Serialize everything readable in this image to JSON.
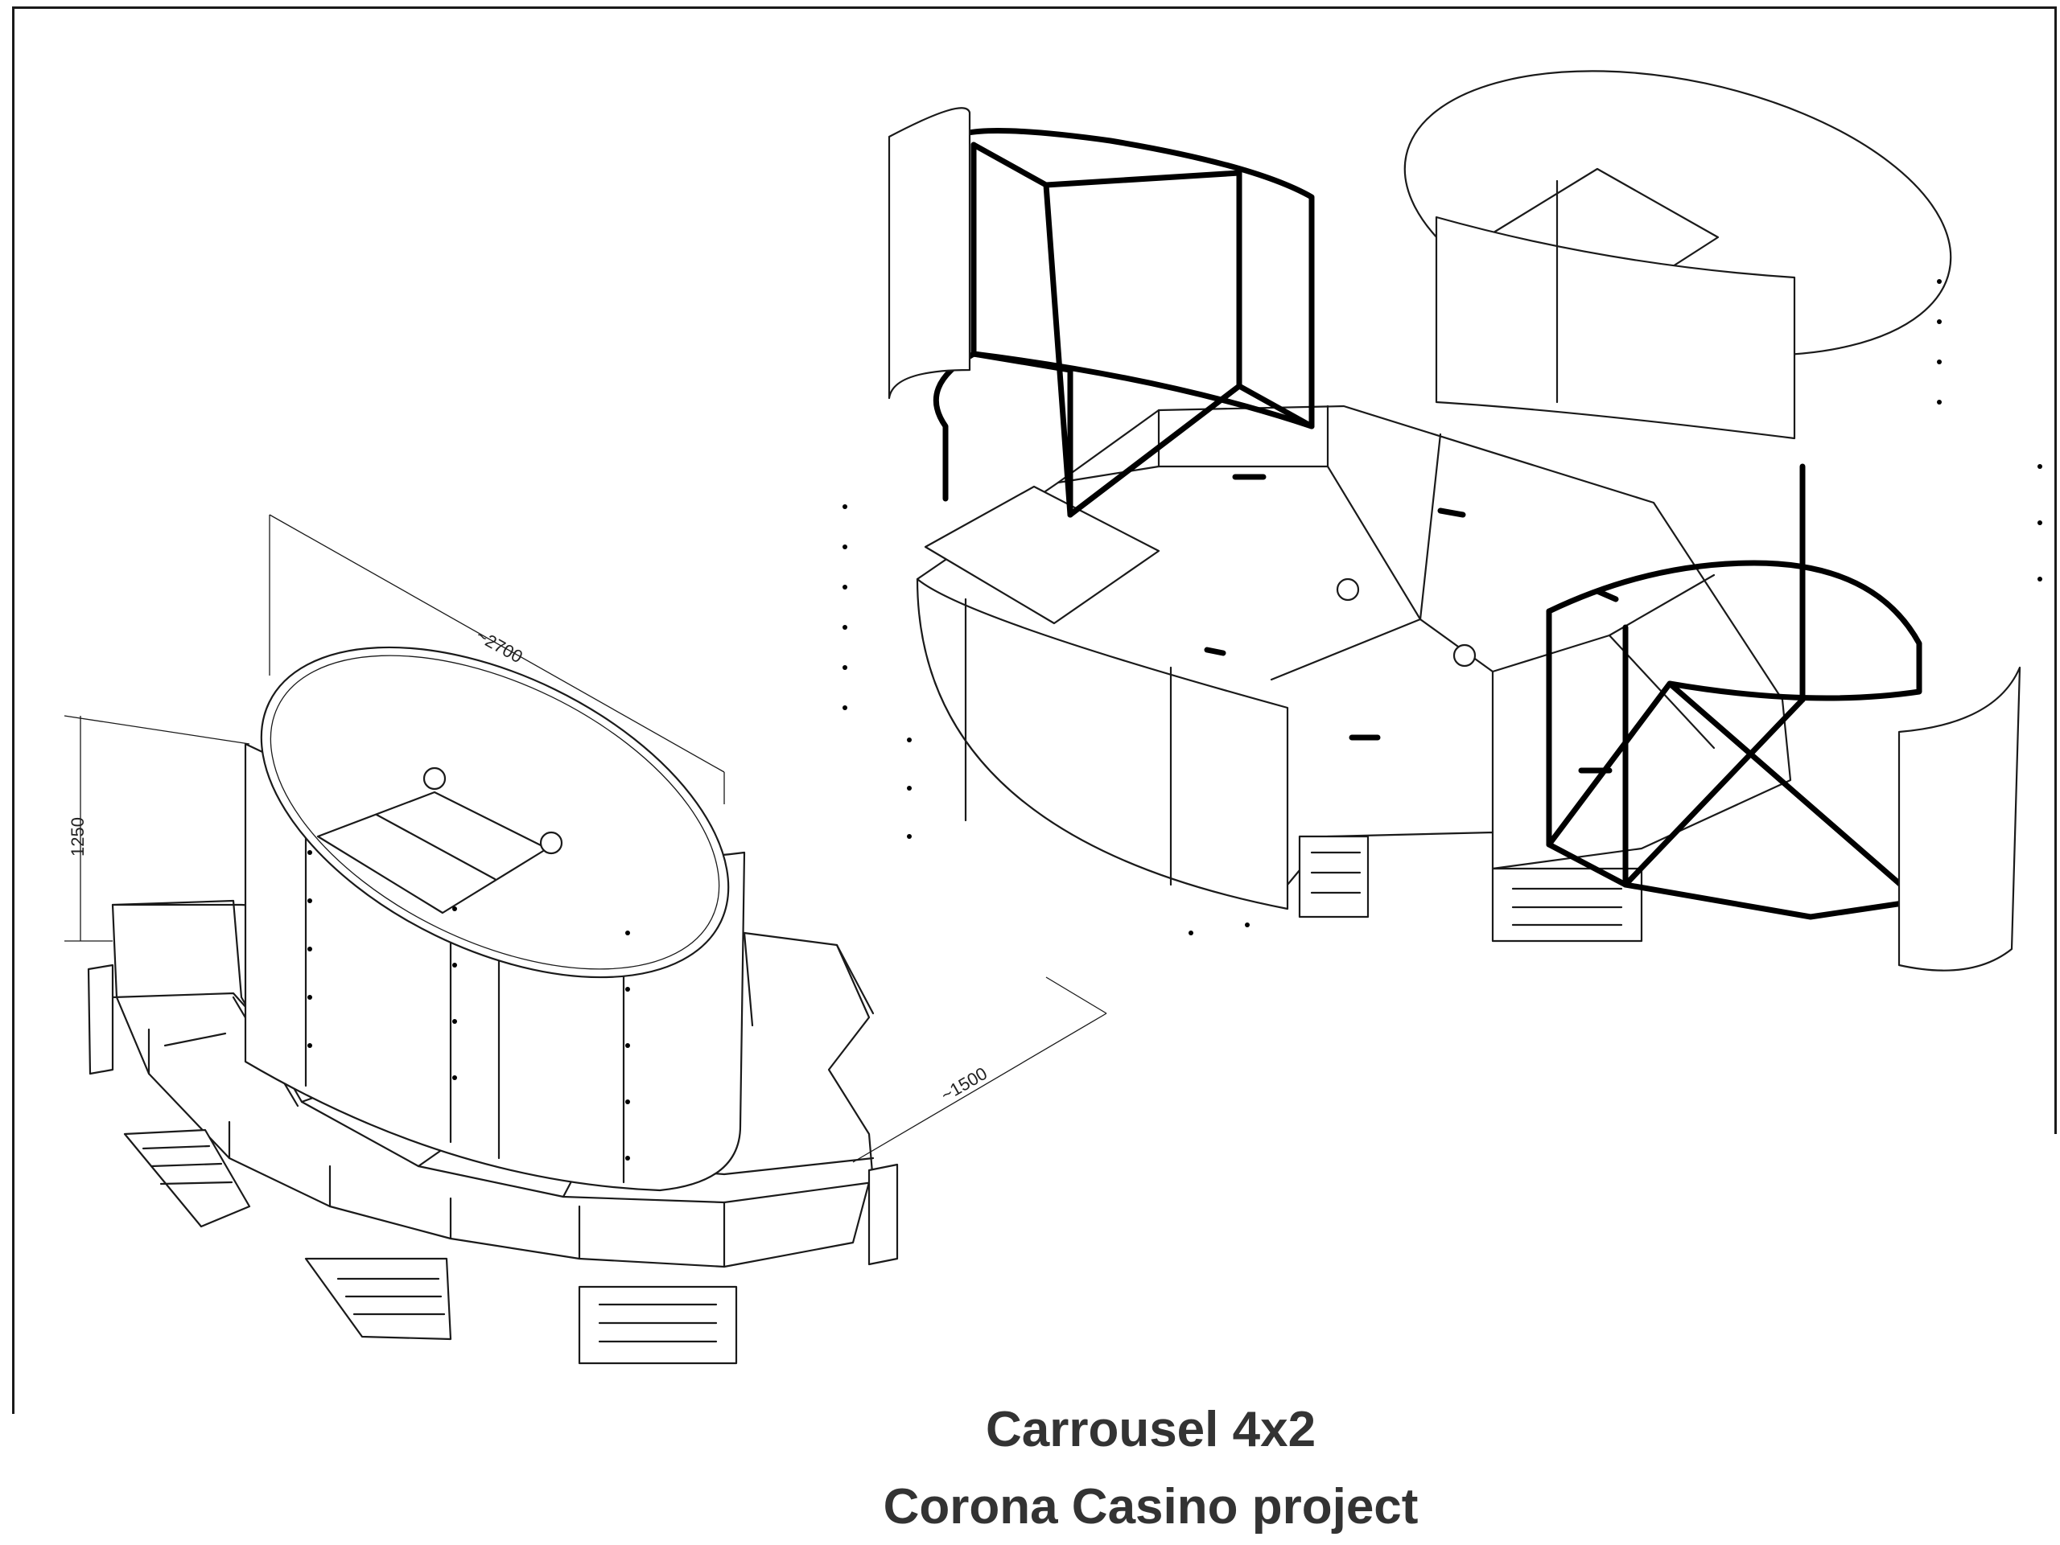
{
  "title": {
    "line1": "Carrousel 4x2",
    "line2": "Corona Casino project"
  },
  "dimensions": {
    "length": "~2700",
    "height": "1250",
    "width": "~1500"
  }
}
